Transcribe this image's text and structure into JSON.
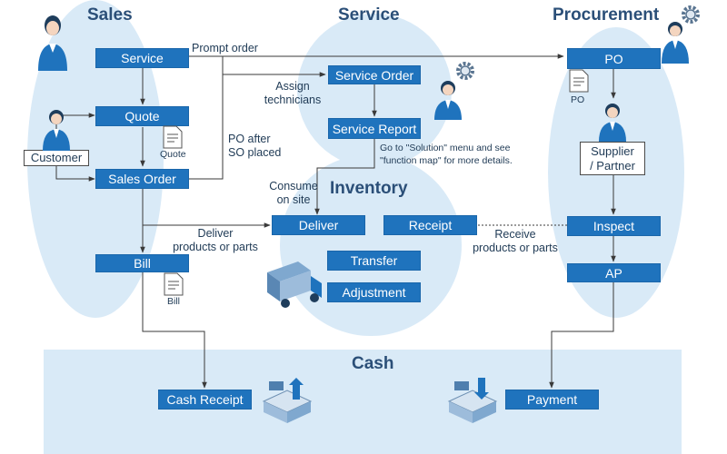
{
  "titles": {
    "sales": "Sales",
    "service": "Service",
    "procurement": "Procurement",
    "inventory": "Inventory",
    "cash": "Cash"
  },
  "boxes": {
    "service": "Service",
    "quote": "Quote",
    "sales_order": "Sales Order",
    "bill": "Bill",
    "service_order": "Service Order",
    "service_report": "Service Report",
    "deliver": "Deliver",
    "receipt": "Receipt",
    "transfer": "Transfer",
    "adjustment": "Adjustment",
    "po": "PO",
    "inspect": "Inspect",
    "ap": "AP",
    "cash_receipt": "Cash Receipt",
    "payment": "Payment"
  },
  "outlined": {
    "customer": "Customer",
    "supplier_line1": "Supplier",
    "supplier_line2": "/ Partner"
  },
  "labels": {
    "prompt_order": "Prompt order",
    "assign_line1": "Assign",
    "assign_line2": "technicians",
    "po_after_line1": "PO after",
    "po_after_line2": "SO placed",
    "consume_line1": "Consume",
    "consume_line2": "on site",
    "deliver_line1": "Deliver",
    "deliver_line2": "products or parts",
    "receive_line1": "Receive",
    "receive_line2": "products or parts",
    "note_line1": "Go to \"Solution\" menu and see",
    "note_line2": "\"function map\" for more details."
  },
  "doc_captions": {
    "quote": "Quote",
    "bill": "Bill",
    "po": "PO"
  },
  "icons": [
    "person-icon",
    "gear-icon",
    "document-icon",
    "truck-icon",
    "cash-in-icon",
    "cash-out-icon"
  ],
  "colors": {
    "box": "#1f73bd",
    "zone": "#d9eaf7",
    "title": "#2b4f78",
    "line": "#3a3a3a"
  }
}
